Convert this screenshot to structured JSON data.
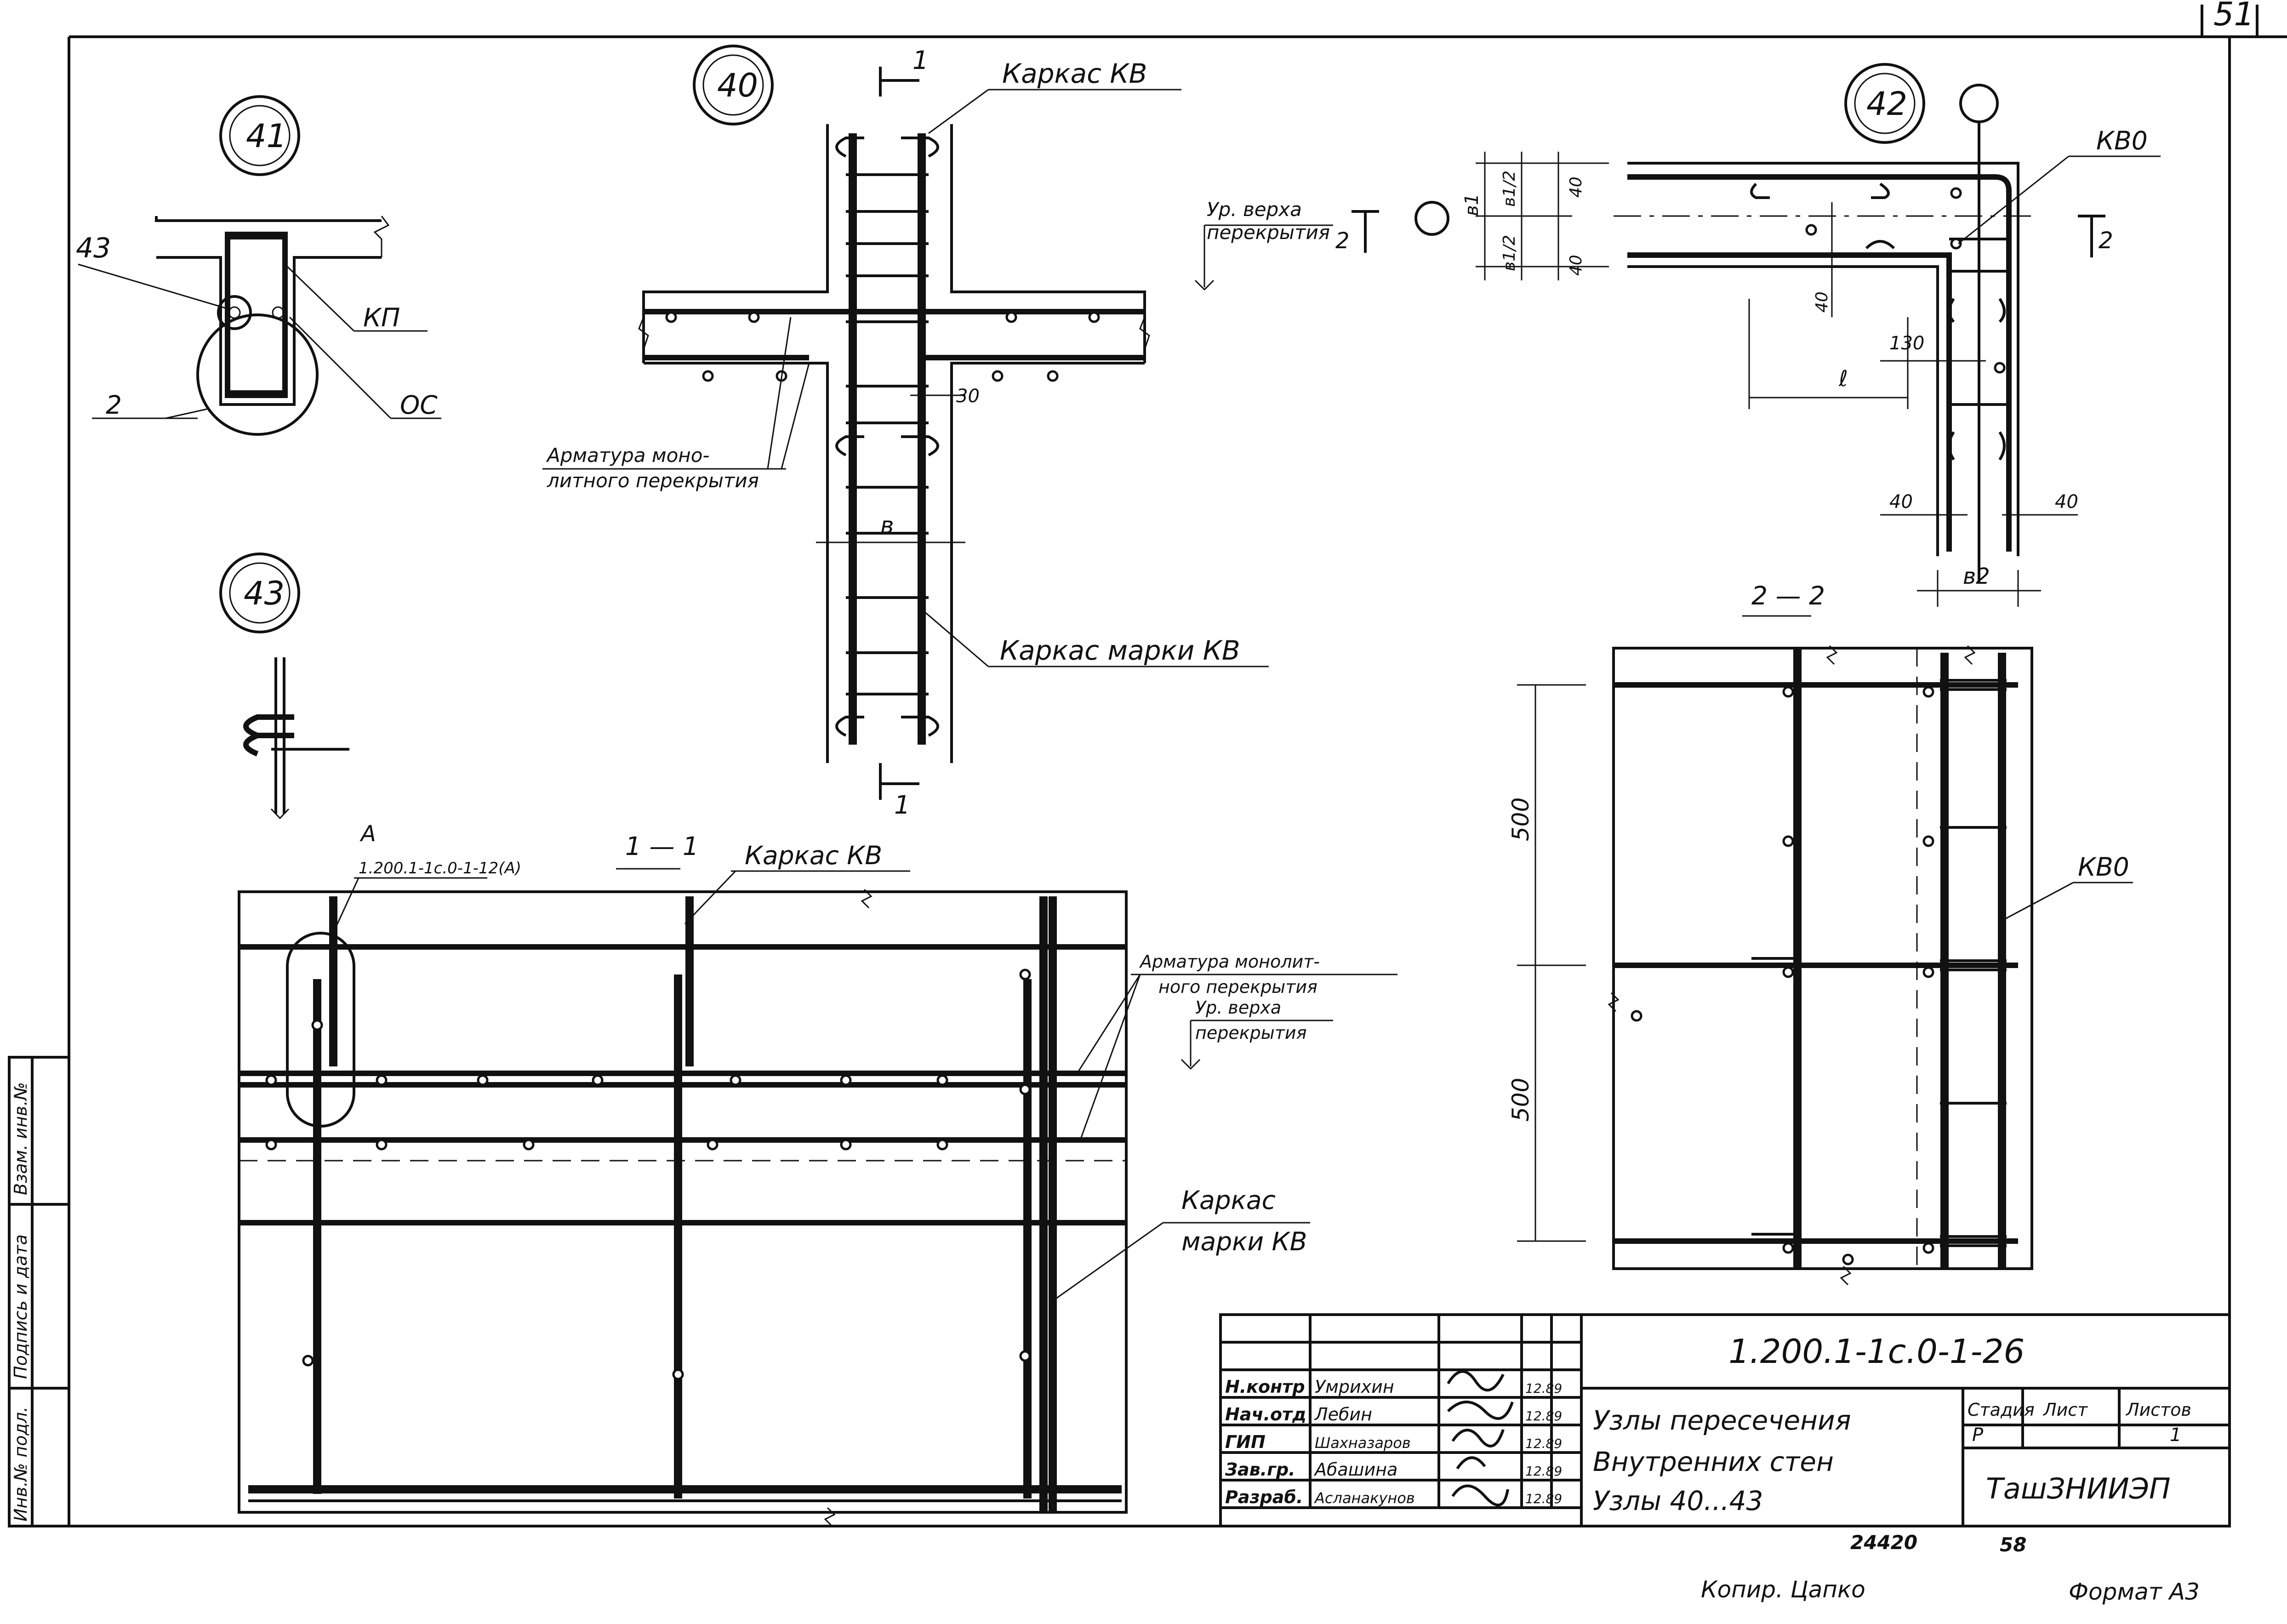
{
  "sheet": {
    "page_number": "51",
    "doc_code": "1.200.1-1c.0-1-26",
    "title_lines": [
      "Узлы пересечения",
      "Внутренних стен",
      "Узлы 40...43"
    ],
    "stage_header": "Стадия",
    "sheet_header": "Лист",
    "sheets_header": "Листов",
    "stage": "Р",
    "sheet_no": "",
    "sheets_total": "1",
    "organization": "ТашЗНИИЭП",
    "inventory": "24420",
    "inventory_page": "58",
    "copied_by": "Копир. Цапко",
    "format": "Формат А3"
  },
  "signatures": [
    {
      "role": "Н.контр",
      "name": "Умрихин",
      "date": "12.89"
    },
    {
      "role": "Нач.отд",
      "name": "Лебин",
      "date": "12.89"
    },
    {
      "role": "ГИП",
      "name": "Шахназаров",
      "date": "12.89"
    },
    {
      "role": "Зав.гр.",
      "name": "Абашина",
      "date": "12.89"
    },
    {
      "role": "Разраб.",
      "name": "Асланакунов",
      "date": "12.89"
    }
  ],
  "side_stamp": [
    "Взам. инв.№",
    "Подпись и дата",
    "Инв.№ подл."
  ],
  "node41": {
    "number": "41",
    "label_43": "43",
    "label_kp": "КП",
    "label_2": "2",
    "label_oc": "ОС"
  },
  "node40": {
    "number": "40",
    "section_mark": "1",
    "frame_kv_top": "Каркас КВ",
    "slab_level": [
      "Ур. верха",
      "перекрытия"
    ],
    "slab_level_mark": "2",
    "rebar_label": [
      "Арматура моно-",
      "литного перекрытия"
    ],
    "dim_30": "30",
    "dim_b": "в",
    "frame_kv_bottom": "Каркас марки КВ"
  },
  "node42": {
    "number": "42",
    "label_kv0": "КВ0",
    "section_mark": "2",
    "dim_b1": "в1",
    "dim_b1_half": "в1/2",
    "dim_b1_half_left": "в1/2",
    "dim_40_top": "40",
    "dim_40_bottom": "40",
    "dim_40_mid": "40",
    "dim_130": "130",
    "dim_l": "ℓ",
    "dim_40_left": "40",
    "dim_40_right": "40",
    "dim_b2": "в2"
  },
  "node43": {
    "number": "43"
  },
  "section11": {
    "title": "1 — 1",
    "callout_a": "А",
    "callout_ref": "1.200.1-1с.0-1-12(А)",
    "frame_kv": "Каркас КВ",
    "rebar_label": [
      "Арматура монолит-",
      "ного перекрытия"
    ],
    "slab_level": [
      "Ур. верха",
      "перекрытия"
    ],
    "frame_label": [
      "Каркас",
      "марки КВ"
    ]
  },
  "section22": {
    "title": "2 — 2",
    "dim_500_top": "500",
    "dim_500_bottom": "500",
    "label_kv0": "КВ0"
  }
}
